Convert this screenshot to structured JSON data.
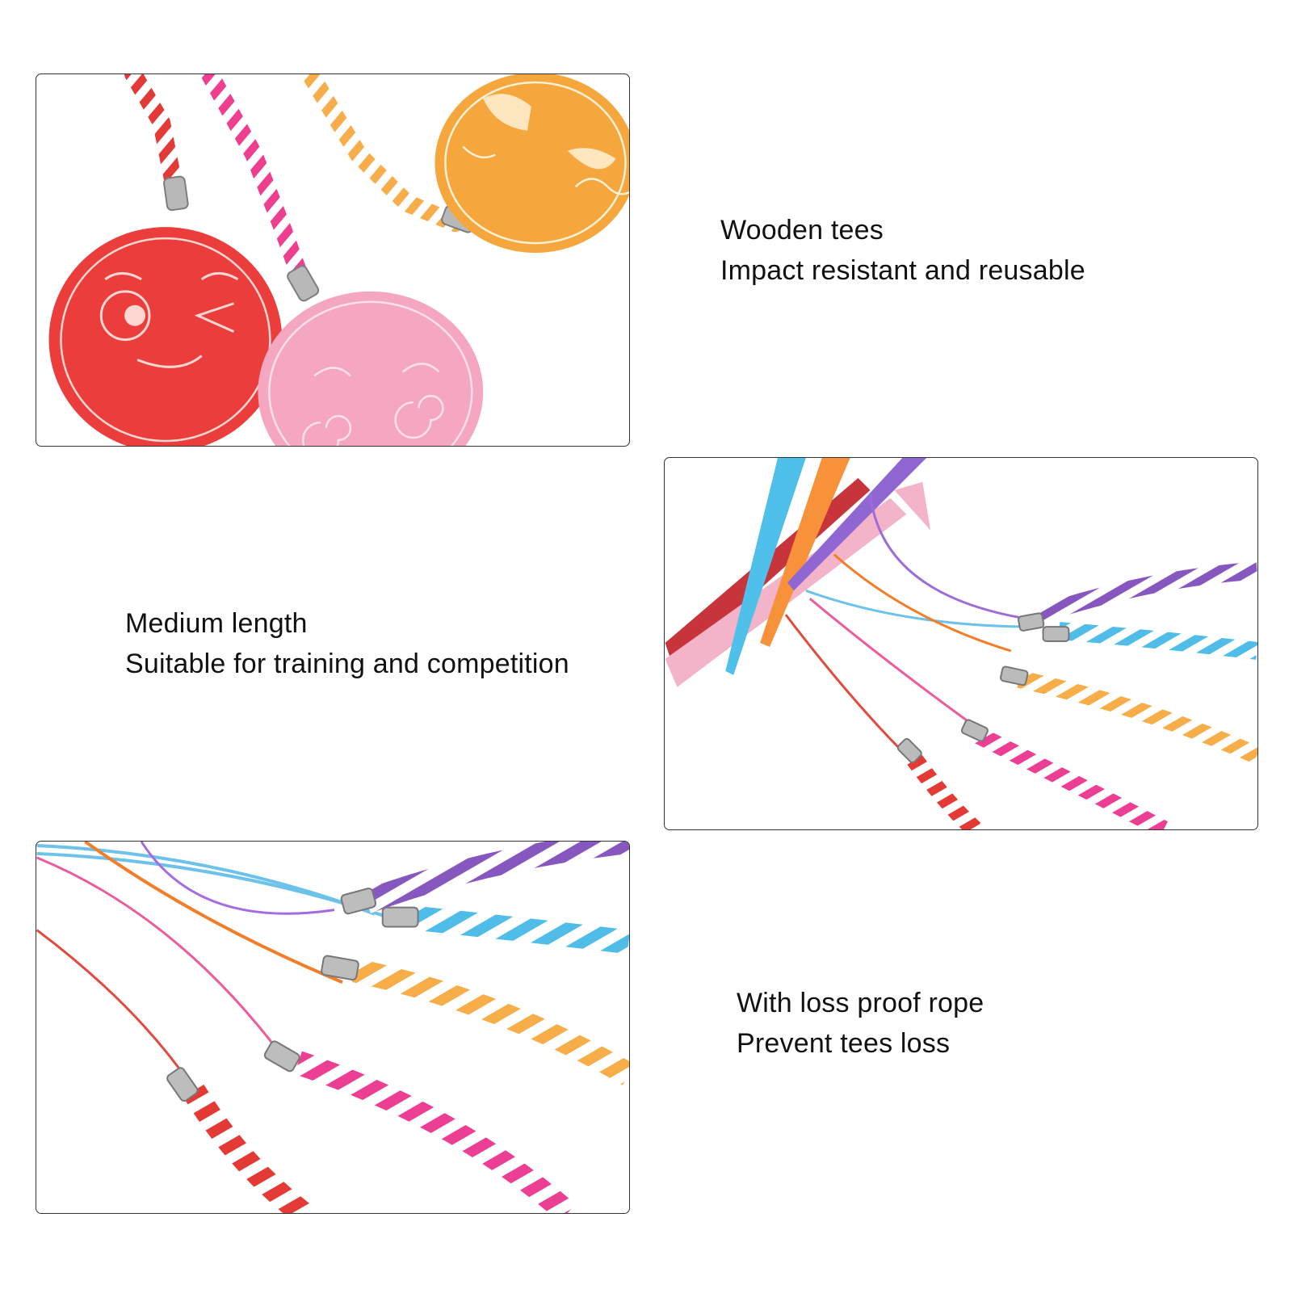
{
  "features": [
    {
      "line1": "Wooden tees",
      "line2": "Impact resistant and reusable"
    },
    {
      "line1": "Medium length",
      "line2": "Suitable for training and competition"
    },
    {
      "line1": "With loss proof rope",
      "line2": "Prevent tees loss"
    }
  ],
  "images": [
    {
      "subject": "smiley-face-foam-tags"
    },
    {
      "subject": "colored-tees-with-ropes"
    },
    {
      "subject": "braided-rope-closeup"
    }
  ],
  "colors": {
    "red": "#e8413f",
    "pink": "#f6a3bd",
    "orange": "#f7a53a",
    "purple": "#8a5cc2",
    "blue": "#5bbce8",
    "magenta": "#e8428f",
    "metal": "#b8b8b8",
    "border": "#333333"
  }
}
